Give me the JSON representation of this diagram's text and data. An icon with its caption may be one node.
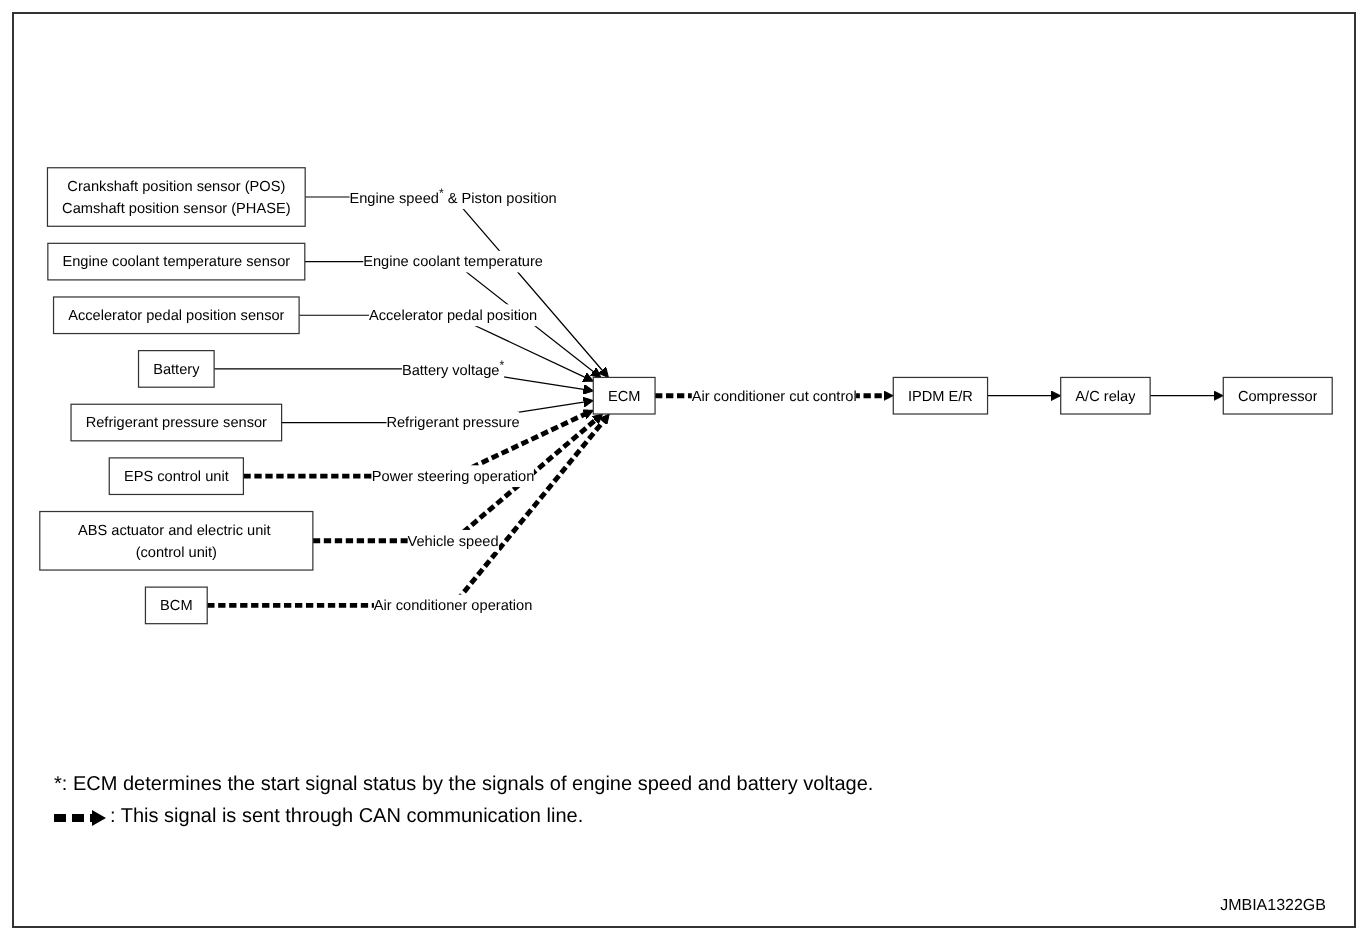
{
  "diagram": {
    "nodes": [
      {
        "text": [
          "Crankshaft position sensor (POS)",
          "Camshaft position sensor (PHASE)"
        ]
      },
      {
        "text": [
          "Engine coolant temperature sensor"
        ]
      },
      {
        "text": [
          "Accelerator pedal position sensor"
        ]
      },
      {
        "text": [
          "Battery"
        ]
      },
      {
        "text": [
          "Refrigerant pressure sensor"
        ]
      },
      {
        "text": [
          "EPS control unit"
        ]
      },
      {
        "text": [
          "ABS actuator and electric unit (control unit)"
        ]
      },
      {
        "text": [
          "BCM"
        ]
      },
      {
        "text": [
          "ECM"
        ]
      },
      {
        "text": [
          "IPDM E/R"
        ]
      },
      {
        "text": [
          "A/C relay"
        ]
      },
      {
        "text": [
          "Compressor"
        ]
      }
    ],
    "edges": [
      {
        "from": 0,
        "to": 8,
        "arrow": "to",
        "label": "Engine speed$^{*}$ & Piston position"
      },
      {
        "from": 1,
        "to": 8,
        "arrow": "to",
        "label": "Engine coolant temperature"
      },
      {
        "from": 2,
        "to": 8,
        "arrow": "to",
        "label": "Accelerator pedal position"
      },
      {
        "from": 3,
        "to": 8,
        "arrow": "to",
        "label": "Battery voltage$^{*}$"
      },
      {
        "from": 4,
        "to": 8,
        "arrow": "to",
        "label": "Refrigerant pressure"
      },
      {
        "from": 5,
        "to": 8,
        "arrow": "to",
        "label": "Power steering operation",
        "style": "dashed"
      },
      {
        "from": 6,
        "to": 8,
        "arrow": "to",
        "label": "Vehicle speed",
        "style": "dashed"
      },
      {
        "from": 7,
        "to": 8,
        "arrow": "to",
        "label": "Air conditioner operation",
        "style": "dashed"
      },
      {
        "from": 8,
        "to": 9,
        "arrow": "to",
        "label": "Air conditioner cut control",
        "style": "dashed"
      },
      {
        "from": 9,
        "to": 10,
        "arrow": "to"
      },
      {
        "from": 10,
        "to": 11,
        "arrow": "to"
      }
    ],
    "labels": [
      "*: ECM determines the start signal status by the signals of engine speed and battery voltage.",
      "JMBIA1322GB"
    ],
    "legend": [
      {
        "text": ": This signal is sent through CAN communication line."
      }
    ]
  }
}
